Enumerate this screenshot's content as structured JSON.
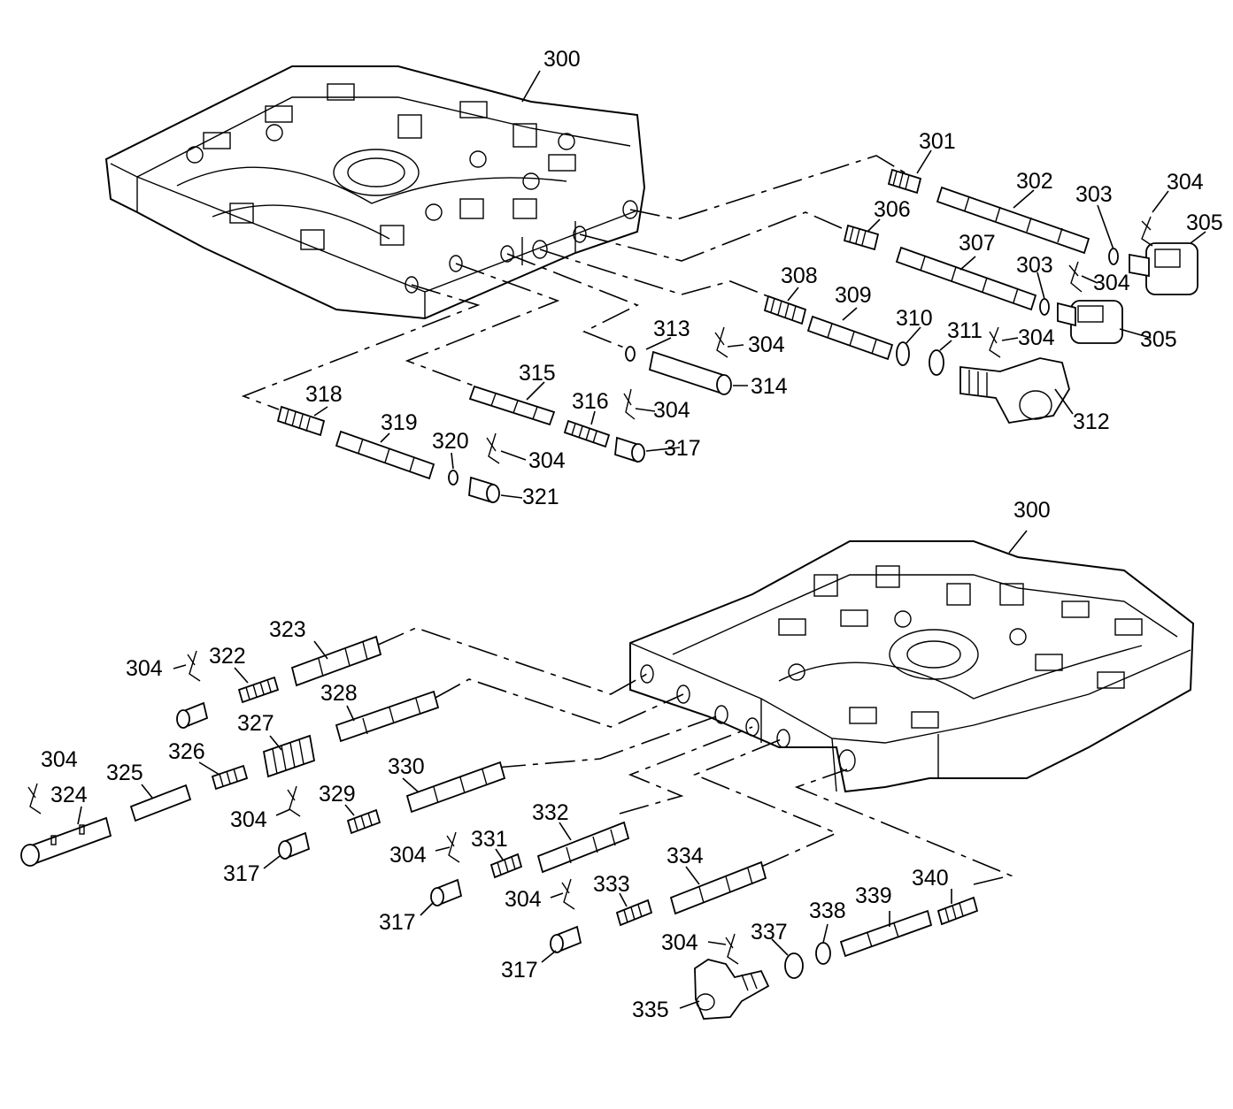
{
  "labels": {
    "l300a": "300",
    "l301": "301",
    "l302": "302",
    "l303a": "303",
    "l304a": "304",
    "l305a": "305",
    "l306": "306",
    "l307": "307",
    "l303b": "303",
    "l304b": "304",
    "l305b": "305",
    "l308": "308",
    "l309": "309",
    "l310": "310",
    "l311": "311",
    "l304c": "304",
    "l313": "313",
    "l304d": "304",
    "l314": "314",
    "l312": "312",
    "l315": "315",
    "l316": "316",
    "l304e": "304",
    "l317a": "317",
    "l318": "318",
    "l319": "319",
    "l320": "320",
    "l304f": "304",
    "l321": "321",
    "l300b": "300",
    "l323": "323",
    "l304g": "304",
    "l322": "322",
    "l328": "328",
    "l327": "327",
    "l326": "326",
    "l304h": "304",
    "l325": "325",
    "l324": "324",
    "l330": "330",
    "l304i": "304",
    "l329": "329",
    "l317b": "317",
    "l332": "332",
    "l304j": "304",
    "l331": "331",
    "l317c": "317",
    "l334": "334",
    "l304k": "304",
    "l333": "333",
    "l317d": "317",
    "l340": "340",
    "l339": "339",
    "l338": "338",
    "l337": "337",
    "l304l": "304",
    "l335": "335"
  }
}
